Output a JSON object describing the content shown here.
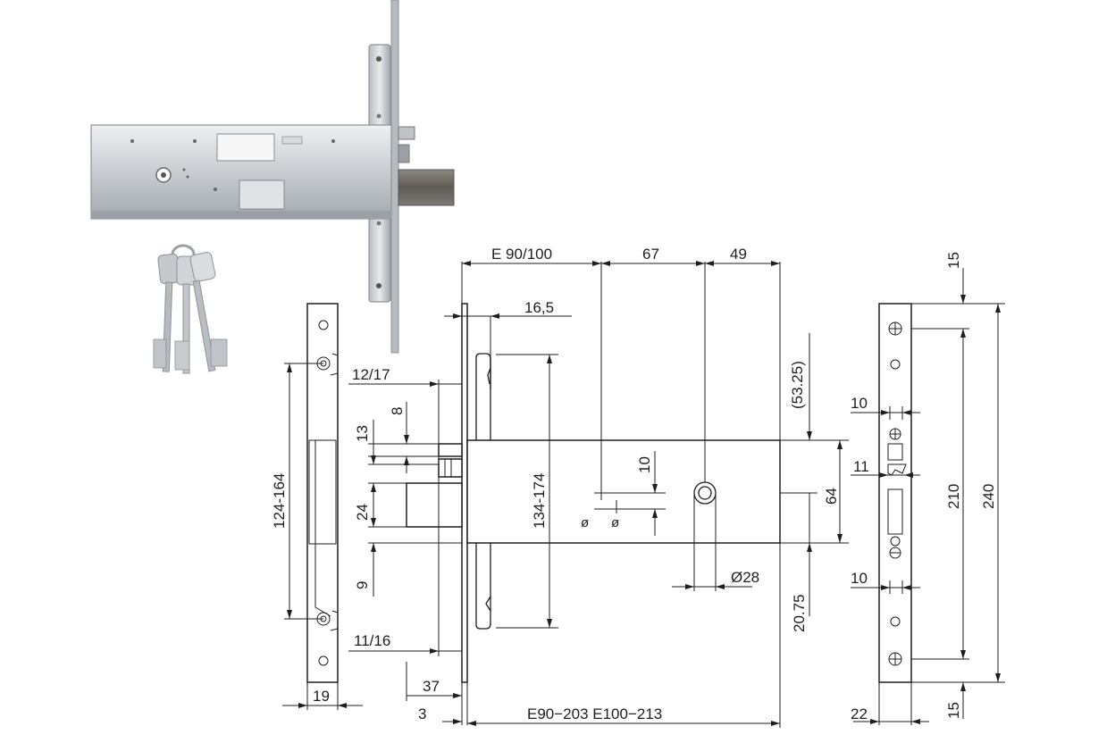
{
  "dimensions": {
    "e_backset": "E 90/100",
    "d_67": "67",
    "d_49": "49",
    "d_16_5": "16,5",
    "d_12_17": "12/17",
    "d_8": "8",
    "d_13": "13",
    "d_24": "24",
    "d_9": "9",
    "d_11_16": "11/16",
    "d_124_164": "124-164",
    "d_134_174": "134-174",
    "d_10_center": "10",
    "d_53_25": "(53.25)",
    "d_64": "64",
    "d_20_75": "20.75",
    "d_28": "Ø28",
    "d_19": "19",
    "d_37": "37",
    "d_3": "3",
    "d_total_length": "E90−203  E100−213",
    "d_15_top": "15",
    "d_10_top": "10",
    "d_11": "11",
    "d_10_bottom": "10",
    "d_210": "210",
    "d_240": "240",
    "d_22": "22",
    "d_15_bottom": "15",
    "phi_1": "ø",
    "phi_2": "ø"
  },
  "colors": {
    "line": "#1e1e1e",
    "metal_light": "#e4e7ea",
    "metal_dark": "#a9afb4",
    "background": "#ffffff"
  }
}
